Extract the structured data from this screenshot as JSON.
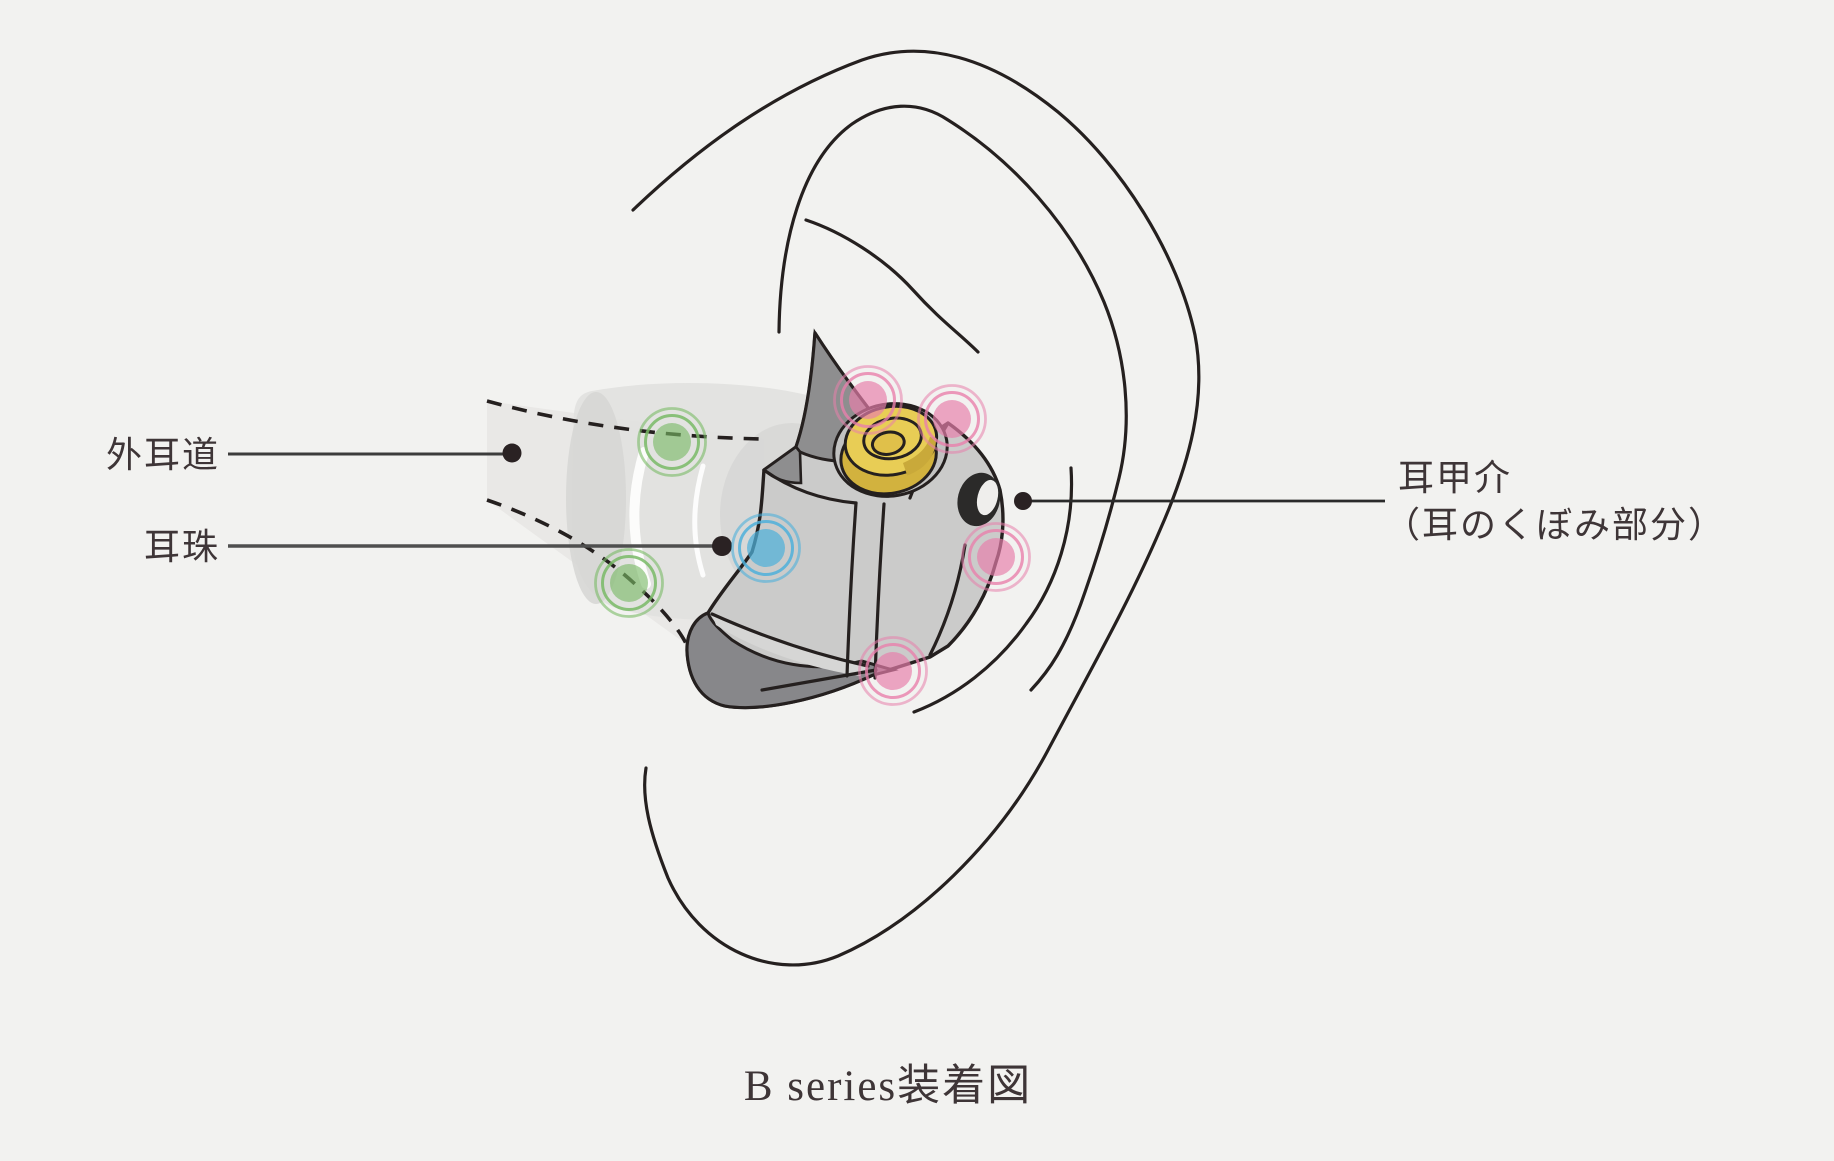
{
  "page": {
    "background_color": "#f2f2f0",
    "line_color": "#25201f",
    "text_color": "#3e3537"
  },
  "diagram": {
    "caption": "B series装着図",
    "labels": {
      "ear_canal": "外耳道",
      "tragus": "耳珠",
      "concha_line1": "耳甲介",
      "concha_line2": "（耳のくぼみ部分）"
    },
    "markers": {
      "green_contact_count": 2,
      "blue_contact_count": 1,
      "pink_contact_count": 4,
      "green_color": "#79ba66",
      "blue_color": "#4fb0da",
      "pink_color": "#e87fab",
      "gold_screw_color": "#e8cd55",
      "shell_gray": "#cbcbca",
      "dark_facet_gray": "#8e8e8f"
    }
  }
}
